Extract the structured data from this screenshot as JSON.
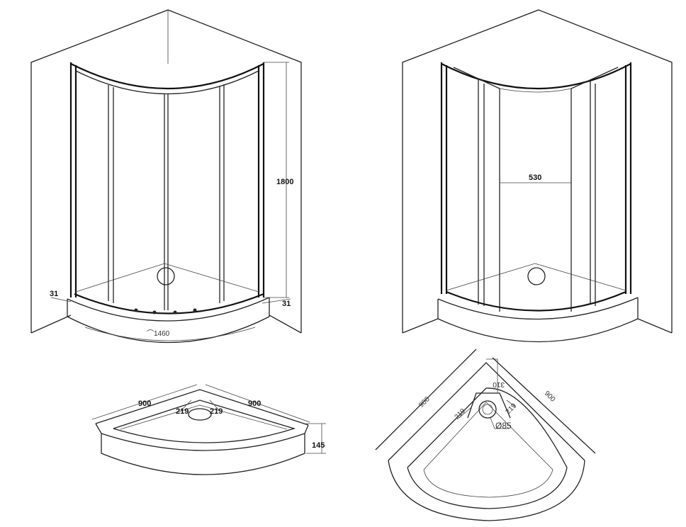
{
  "elevation_front": {
    "height_label": "1800",
    "left_profile_label": "31",
    "right_profile_label": "31",
    "arc_length_label": "⌒1460"
  },
  "elevation_door": {
    "door_opening_label": "530"
  },
  "tray_perspective": {
    "side_left_label": "900",
    "side_right_label": "900",
    "drain_offset_left_label": "219",
    "drain_offset_right_label": "219",
    "tray_height_label": "145"
  },
  "tray_plan": {
    "side_left_label": "900",
    "side_right_label": "900",
    "drain_depth_label": "310",
    "drain_offset_left_label": "219",
    "drain_offset_right_label": "219",
    "drain_diameter_label": "Ø85"
  }
}
